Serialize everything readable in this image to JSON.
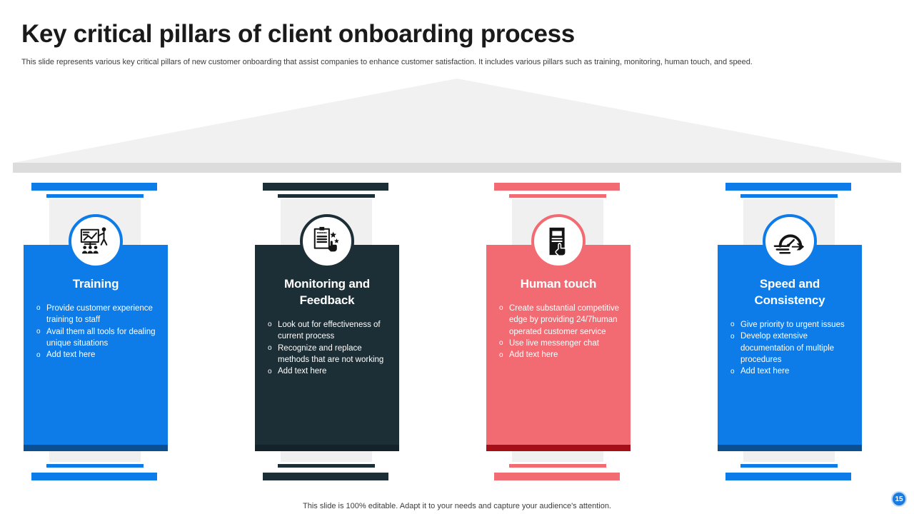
{
  "header": {
    "title": "Key critical pillars of client onboarding process",
    "subtitle": "This slide represents various key critical pillars of new customer onboarding that assist companies to enhance customer satisfaction. It includes various pillars such as training, monitoring, human touch, and speed."
  },
  "footer": {
    "note": "This slide is 100% editable. Adapt it to your needs and capture your audience's attention.",
    "page_number": "15"
  },
  "colors": {
    "blue": "#0d7ce8",
    "blue_dark": "#0b4f91",
    "navy": "#1d2f36",
    "navy_dark": "#142229",
    "pink": "#f26b73",
    "pink_dark": "#a50f18",
    "roof": "#f1f1f1",
    "roof_base": "#dcdcdc",
    "shaft": "#f0f0f0"
  },
  "pillars": [
    {
      "title": "Training",
      "icon": "training-presentation-icon",
      "accent": "#0d7ce8",
      "accent_dark": "#0b4f91",
      "cap_color": "#0d7ce8",
      "items": [
        "Provide customer experience training to staff",
        "Avail them all tools for dealing unique situations",
        "Add text here"
      ]
    },
    {
      "title": "Monitoring and Feedback",
      "icon": "clipboard-rating-icon",
      "accent": "#1d2f36",
      "accent_dark": "#142229",
      "cap_color": "#1d2f36",
      "items": [
        "Look out for effectiveness of current process",
        "Recognize and replace methods that are not working",
        "Add text here"
      ]
    },
    {
      "title": "Human touch",
      "icon": "kiosk-touch-icon",
      "accent": "#f26b73",
      "accent_dark": "#a50f18",
      "cap_color": "#f26b73",
      "items": [
        "Create substantial competitive edge by providing 24/7human operated customer service",
        "Use live messenger chat",
        "Add text here"
      ]
    },
    {
      "title": "Speed and Consistency",
      "icon": "speedometer-icon",
      "accent": "#0d7ce8",
      "accent_dark": "#0b4f91",
      "cap_color": "#0d7ce8",
      "items": [
        "Give priority to urgent issues",
        "Develop extensive documentation of multiple procedures",
        "Add text here"
      ]
    }
  ],
  "bullet_glyph": "o"
}
